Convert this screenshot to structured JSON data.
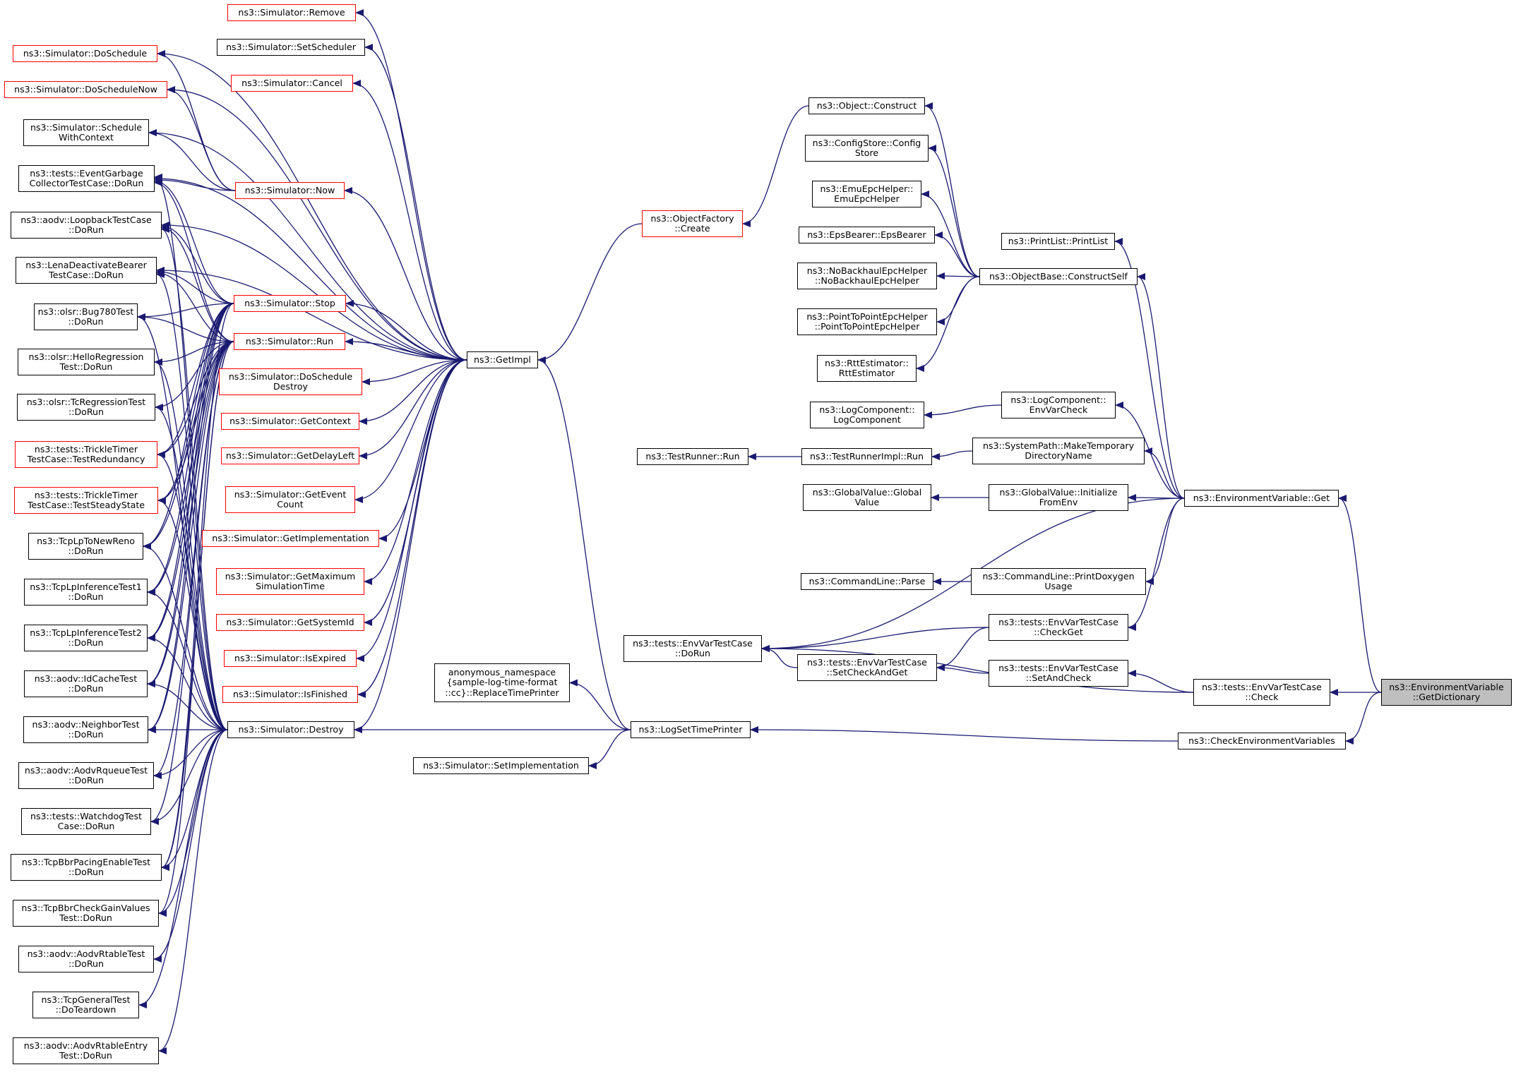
{
  "graph": {
    "colors": {
      "edge": "#191970",
      "node_border": "#000000",
      "incomplete_border": "#ff0000",
      "focus_fill": "#bfbfbf",
      "background": "#ffffff"
    },
    "nodes": [
      {
        "id": "sim-remove",
        "label": "ns3::Simulator::Remove",
        "incomplete": true
      },
      {
        "id": "sim-setscheduler",
        "label": "ns3::Simulator::SetScheduler",
        "incomplete": false
      },
      {
        "id": "sim-doschedule",
        "label": "ns3::Simulator::DoSchedule",
        "incomplete": true
      },
      {
        "id": "sim-cancel",
        "label": "ns3::Simulator::Cancel",
        "incomplete": true
      },
      {
        "id": "sim-doschedulenow",
        "label": "ns3::Simulator::DoScheduleNow",
        "incomplete": true
      },
      {
        "id": "sim-schedulewithcontext",
        "label": "ns3::Simulator::Schedule\nWithContext",
        "incomplete": false
      },
      {
        "id": "eventgarbage",
        "label": "ns3::tests::EventGarbage\nCollectorTestCase::DoRun",
        "incomplete": false
      },
      {
        "id": "sim-now",
        "label": "ns3::Simulator::Now",
        "incomplete": true
      },
      {
        "id": "aodv-loopback",
        "label": "ns3::aodv::LoopbackTestCase\n::DoRun",
        "incomplete": false
      },
      {
        "id": "lenadeactivate",
        "label": "ns3::LenaDeactivateBearer\nTestCase::DoRun",
        "incomplete": false
      },
      {
        "id": "sim-stop",
        "label": "ns3::Simulator::Stop",
        "incomplete": true
      },
      {
        "id": "olsr-bug780",
        "label": "ns3::olsr::Bug780Test\n::DoRun",
        "incomplete": false
      },
      {
        "id": "sim-run",
        "label": "ns3::Simulator::Run",
        "incomplete": true
      },
      {
        "id": "olsr-hello",
        "label": "ns3::olsr::HelloRegression\nTest::DoRun",
        "incomplete": false
      },
      {
        "id": "getimpl",
        "label": "ns3::GetImpl",
        "incomplete": false
      },
      {
        "id": "sim-doscheduledestroy",
        "label": "ns3::Simulator::DoSchedule\nDestroy",
        "incomplete": true
      },
      {
        "id": "olsr-tcregression",
        "label": "ns3::olsr::TcRegressionTest\n::DoRun",
        "incomplete": false
      },
      {
        "id": "sim-getcontext",
        "label": "ns3::Simulator::GetContext",
        "incomplete": true
      },
      {
        "id": "trickle-redundancy",
        "label": "ns3::tests::TrickleTimer\nTestCase::TestRedundancy",
        "incomplete": true
      },
      {
        "id": "sim-getdelayleft",
        "label": "ns3::Simulator::GetDelayLeft",
        "incomplete": true
      },
      {
        "id": "trickle-steady",
        "label": "ns3::tests::TrickleTimer\nTestCase::TestSteadyState",
        "incomplete": true
      },
      {
        "id": "sim-geteventcount",
        "label": "ns3::Simulator::GetEvent\nCount",
        "incomplete": true
      },
      {
        "id": "tcplp-newreno",
        "label": "ns3::TcpLpToNewReno\n::DoRun",
        "incomplete": false
      },
      {
        "id": "sim-getimplementation",
        "label": "ns3::Simulator::GetImplementation",
        "incomplete": true
      },
      {
        "id": "tcplp-inf1",
        "label": "ns3::TcpLpInferenceTest1\n::DoRun",
        "incomplete": false
      },
      {
        "id": "sim-getmaxsimtime",
        "label": "ns3::Simulator::GetMaximum\nSimulationTime",
        "incomplete": true
      },
      {
        "id": "tcplp-inf2",
        "label": "ns3::TcpLpInferenceTest2\n::DoRun",
        "incomplete": false
      },
      {
        "id": "sim-getsystemid",
        "label": "ns3::Simulator::GetSystemId",
        "incomplete": true
      },
      {
        "id": "sim-isexpired",
        "label": "ns3::Simulator::IsExpired",
        "incomplete": true
      },
      {
        "id": "aodv-idcache",
        "label": "ns3::aodv::IdCacheTest\n::DoRun",
        "incomplete": false
      },
      {
        "id": "sim-isfinished",
        "label": "ns3::Simulator::IsFinished",
        "incomplete": true
      },
      {
        "id": "sim-destroy",
        "label": "ns3::Simulator::Destroy",
        "incomplete": false
      },
      {
        "id": "aodv-neighbor",
        "label": "ns3::aodv::NeighborTest\n::DoRun",
        "incomplete": false
      },
      {
        "id": "aodv-rqueue",
        "label": "ns3::aodv::AodvRqueueTest\n::DoRun",
        "incomplete": false
      },
      {
        "id": "watchdog",
        "label": "ns3::tests::WatchdogTest\nCase::DoRun",
        "incomplete": false
      },
      {
        "id": "tcpbbr-pacing",
        "label": "ns3::TcpBbrPacingEnableTest\n::DoRun",
        "incomplete": false
      },
      {
        "id": "tcpbbr-gain",
        "label": "ns3::TcpBbrCheckGainValues\nTest::DoRun",
        "incomplete": false
      },
      {
        "id": "aodv-rtable",
        "label": "ns3::aodv::AodvRtableTest\n::DoRun",
        "incomplete": false
      },
      {
        "id": "tcpgeneral",
        "label": "ns3::TcpGeneralTest\n::DoTeardown",
        "incomplete": false
      },
      {
        "id": "aodv-rtableentry",
        "label": "ns3::aodv::AodvRtableEntry\nTest::DoRun",
        "incomplete": false
      },
      {
        "id": "objfactory-create",
        "label": "ns3::ObjectFactory\n::Create",
        "incomplete": true
      },
      {
        "id": "anon-replace",
        "label": "anonymous_namespace\n{sample-log-time-format\n::cc}::ReplaceTimePrinter",
        "incomplete": false
      },
      {
        "id": "logsettimeprinter",
        "label": "ns3::LogSetTimePrinter",
        "incomplete": false
      },
      {
        "id": "sim-setimplementation",
        "label": "ns3::Simulator::SetImplementation",
        "incomplete": false
      },
      {
        "id": "envvartest-dorun",
        "label": "ns3::tests::EnvVarTestCase\n::DoRun",
        "incomplete": false
      },
      {
        "id": "object-construct",
        "label": "ns3::Object::Construct",
        "incomplete": false
      },
      {
        "id": "configstore",
        "label": "ns3::ConfigStore::Config\nStore",
        "incomplete": false
      },
      {
        "id": "emuepchelper",
        "label": "ns3::EmuEpcHelper::\nEmuEpcHelper",
        "incomplete": false
      },
      {
        "id": "epsbearer",
        "label": "ns3::EpsBearer::EpsBearer",
        "incomplete": false
      },
      {
        "id": "nobackhaul",
        "label": "ns3::NoBackhaulEpcHelper\n::NoBackhaulEpcHelper",
        "incomplete": false
      },
      {
        "id": "p2pepchelper",
        "label": "ns3::PointToPointEpcHelper\n::PointToPointEpcHelper",
        "incomplete": false
      },
      {
        "id": "rttestimator",
        "label": "ns3::RttEstimator::\nRttEstimator",
        "incomplete": false
      },
      {
        "id": "logcomponent",
        "label": "ns3::LogComponent::\nLogComponent",
        "incomplete": false
      },
      {
        "id": "testrunner-run",
        "label": "ns3::TestRunner::Run",
        "incomplete": false
      },
      {
        "id": "testrunnerimpl-run",
        "label": "ns3::TestRunnerImpl::Run",
        "incomplete": false
      },
      {
        "id": "globalvalue",
        "label": "ns3::GlobalValue::Global\nValue",
        "incomplete": false
      },
      {
        "id": "commandline-parse",
        "label": "ns3::CommandLine::Parse",
        "incomplete": false
      },
      {
        "id": "setcheckandget",
        "label": "ns3::tests::EnvVarTestCase\n::SetCheckAndGet",
        "incomplete": false
      },
      {
        "id": "objectbase-constructself",
        "label": "ns3::ObjectBase::ConstructSelf",
        "incomplete": false
      },
      {
        "id": "logcomponent-envvarcheck",
        "label": "ns3::LogComponent::\nEnvVarCheck",
        "incomplete": false
      },
      {
        "id": "systempath-mktempdir",
        "label": "ns3::SystemPath::MakeTemporary\nDirectoryName",
        "incomplete": false
      },
      {
        "id": "globalvalue-initfromenv",
        "label": "ns3::GlobalValue::Initialize\nFromEnv",
        "incomplete": false
      },
      {
        "id": "commandline-printdoxygen",
        "label": "ns3::CommandLine::PrintDoxygen\nUsage",
        "incomplete": false
      },
      {
        "id": "envvartest-checkget",
        "label": "ns3::tests::EnvVarTestCase\n::CheckGet",
        "incomplete": false
      },
      {
        "id": "envvartest-setandcheck",
        "label": "ns3::tests::EnvVarTestCase\n::SetAndCheck",
        "incomplete": false
      },
      {
        "id": "printlist",
        "label": "ns3::PrintList::PrintList",
        "incomplete": false
      },
      {
        "id": "envvar-get",
        "label": "ns3::EnvironmentVariable::Get",
        "incomplete": false
      },
      {
        "id": "envvartest-check",
        "label": "ns3::tests::EnvVarTestCase\n::Check",
        "incomplete": false
      },
      {
        "id": "checkenvvars",
        "label": "ns3::CheckEnvironmentVariables",
        "incomplete": false
      },
      {
        "id": "envvar-getdictionary",
        "label": "ns3::EnvironmentVariable\n::GetDictionary",
        "incomplete": false,
        "focus": true
      }
    ],
    "edges": [
      [
        "getimpl",
        "sim-remove"
      ],
      [
        "getimpl",
        "sim-setscheduler"
      ],
      [
        "getimpl",
        "sim-doschedule"
      ],
      [
        "getimpl",
        "sim-cancel"
      ],
      [
        "getimpl",
        "sim-doschedulenow"
      ],
      [
        "getimpl",
        "sim-schedulewithcontext"
      ],
      [
        "getimpl",
        "sim-now"
      ],
      [
        "getimpl",
        "sim-stop"
      ],
      [
        "getimpl",
        "sim-run"
      ],
      [
        "getimpl",
        "sim-doscheduledestroy"
      ],
      [
        "getimpl",
        "sim-getcontext"
      ],
      [
        "getimpl",
        "sim-getdelayleft"
      ],
      [
        "getimpl",
        "sim-geteventcount"
      ],
      [
        "getimpl",
        "sim-getimplementation"
      ],
      [
        "getimpl",
        "sim-getmaxsimtime"
      ],
      [
        "getimpl",
        "sim-getsystemid"
      ],
      [
        "getimpl",
        "sim-isexpired"
      ],
      [
        "getimpl",
        "sim-isfinished"
      ],
      [
        "getimpl",
        "sim-destroy"
      ],
      [
        "getimpl",
        "aodv-loopback"
      ],
      [
        "getimpl",
        "lenadeactivate"
      ],
      [
        "getimpl",
        "eventgarbage"
      ],
      [
        "sim-now",
        "sim-doschedule"
      ],
      [
        "sim-now",
        "sim-doschedulenow"
      ],
      [
        "sim-now",
        "sim-schedulewithcontext"
      ],
      [
        "sim-now",
        "eventgarbage"
      ],
      [
        "sim-stop",
        "aodv-loopback"
      ],
      [
        "sim-stop",
        "lenadeactivate"
      ],
      [
        "sim-stop",
        "olsr-bug780"
      ],
      [
        "sim-stop",
        "eventgarbage"
      ],
      [
        "sim-stop",
        "trickle-redundancy"
      ],
      [
        "sim-stop",
        "trickle-steady"
      ],
      [
        "sim-stop",
        "tcplp-newreno"
      ],
      [
        "sim-stop",
        "tcplp-inf1"
      ],
      [
        "sim-stop",
        "tcplp-inf2"
      ],
      [
        "sim-stop",
        "aodv-idcache"
      ],
      [
        "sim-stop",
        "aodv-neighbor"
      ],
      [
        "sim-stop",
        "tcpbbr-pacing"
      ],
      [
        "sim-run",
        "eventgarbage"
      ],
      [
        "sim-run",
        "aodv-loopback"
      ],
      [
        "sim-run",
        "lenadeactivate"
      ],
      [
        "sim-run",
        "olsr-bug780"
      ],
      [
        "sim-run",
        "olsr-hello"
      ],
      [
        "sim-run",
        "olsr-tcregression"
      ],
      [
        "sim-run",
        "trickle-redundancy"
      ],
      [
        "sim-run",
        "trickle-steady"
      ],
      [
        "sim-run",
        "tcplp-newreno"
      ],
      [
        "sim-run",
        "tcplp-inf1"
      ],
      [
        "sim-run",
        "tcplp-inf2"
      ],
      [
        "sim-run",
        "aodv-idcache"
      ],
      [
        "sim-run",
        "aodv-neighbor"
      ],
      [
        "sim-run",
        "aodv-rqueue"
      ],
      [
        "sim-run",
        "watchdog"
      ],
      [
        "sim-run",
        "tcpbbr-pacing"
      ],
      [
        "sim-run",
        "tcpbbr-gain"
      ],
      [
        "sim-destroy",
        "eventgarbage"
      ],
      [
        "sim-destroy",
        "aodv-loopback"
      ],
      [
        "sim-destroy",
        "lenadeactivate"
      ],
      [
        "sim-destroy",
        "olsr-bug780"
      ],
      [
        "sim-destroy",
        "olsr-hello"
      ],
      [
        "sim-destroy",
        "olsr-tcregression"
      ],
      [
        "sim-destroy",
        "trickle-redundancy"
      ],
      [
        "sim-destroy",
        "trickle-steady"
      ],
      [
        "sim-destroy",
        "tcplp-newreno"
      ],
      [
        "sim-destroy",
        "tcplp-inf1"
      ],
      [
        "sim-destroy",
        "tcplp-inf2"
      ],
      [
        "sim-destroy",
        "aodv-idcache"
      ],
      [
        "sim-destroy",
        "aodv-neighbor"
      ],
      [
        "sim-destroy",
        "aodv-rqueue"
      ],
      [
        "sim-destroy",
        "watchdog"
      ],
      [
        "sim-destroy",
        "tcpbbr-pacing"
      ],
      [
        "sim-destroy",
        "tcpbbr-gain"
      ],
      [
        "sim-destroy",
        "aodv-rtable"
      ],
      [
        "sim-destroy",
        "tcpgeneral"
      ],
      [
        "sim-destroy",
        "aodv-rtableentry"
      ],
      [
        "objfactory-create",
        "getimpl"
      ],
      [
        "logsettimeprinter",
        "getimpl"
      ],
      [
        "logsettimeprinter",
        "sim-destroy"
      ],
      [
        "logsettimeprinter",
        "anon-replace"
      ],
      [
        "logsettimeprinter",
        "sim-setimplementation"
      ],
      [
        "object-construct",
        "objfactory-create"
      ],
      [
        "objectbase-constructself",
        "object-construct"
      ],
      [
        "objectbase-constructself",
        "configstore"
      ],
      [
        "objectbase-constructself",
        "emuepchelper"
      ],
      [
        "objectbase-constructself",
        "epsbearer"
      ],
      [
        "objectbase-constructself",
        "nobackhaul"
      ],
      [
        "objectbase-constructself",
        "p2pepchelper"
      ],
      [
        "objectbase-constructself",
        "rttestimator"
      ],
      [
        "logcomponent-envvarcheck",
        "logcomponent"
      ],
      [
        "testrunnerimpl-run",
        "testrunner-run"
      ],
      [
        "systempath-mktempdir",
        "testrunnerimpl-run"
      ],
      [
        "globalvalue-initfromenv",
        "globalvalue"
      ],
      [
        "commandline-printdoxygen",
        "commandline-parse"
      ],
      [
        "envvartest-checkget",
        "envvartest-dorun"
      ],
      [
        "envvartest-checkget",
        "setcheckandget"
      ],
      [
        "setcheckandget",
        "envvartest-dorun"
      ],
      [
        "envvartest-setandcheck",
        "setcheckandget"
      ],
      [
        "envvar-get",
        "objectbase-constructself"
      ],
      [
        "envvar-get",
        "printlist"
      ],
      [
        "envvar-get",
        "logcomponent-envvarcheck"
      ],
      [
        "envvar-get",
        "systempath-mktempdir"
      ],
      [
        "envvar-get",
        "globalvalue-initfromenv"
      ],
      [
        "envvar-get",
        "envvartest-dorun"
      ],
      [
        "envvar-get",
        "commandline-printdoxygen"
      ],
      [
        "envvar-get",
        "envvartest-checkget"
      ],
      [
        "envvartest-check",
        "envvartest-setandcheck"
      ],
      [
        "envvartest-check",
        "envvartest-dorun"
      ],
      [
        "checkenvvars",
        "logsettimeprinter"
      ],
      [
        "envvar-getdictionary",
        "envvar-get"
      ],
      [
        "envvar-getdictionary",
        "envvartest-check"
      ],
      [
        "envvar-getdictionary",
        "checkenvvars"
      ]
    ]
  }
}
